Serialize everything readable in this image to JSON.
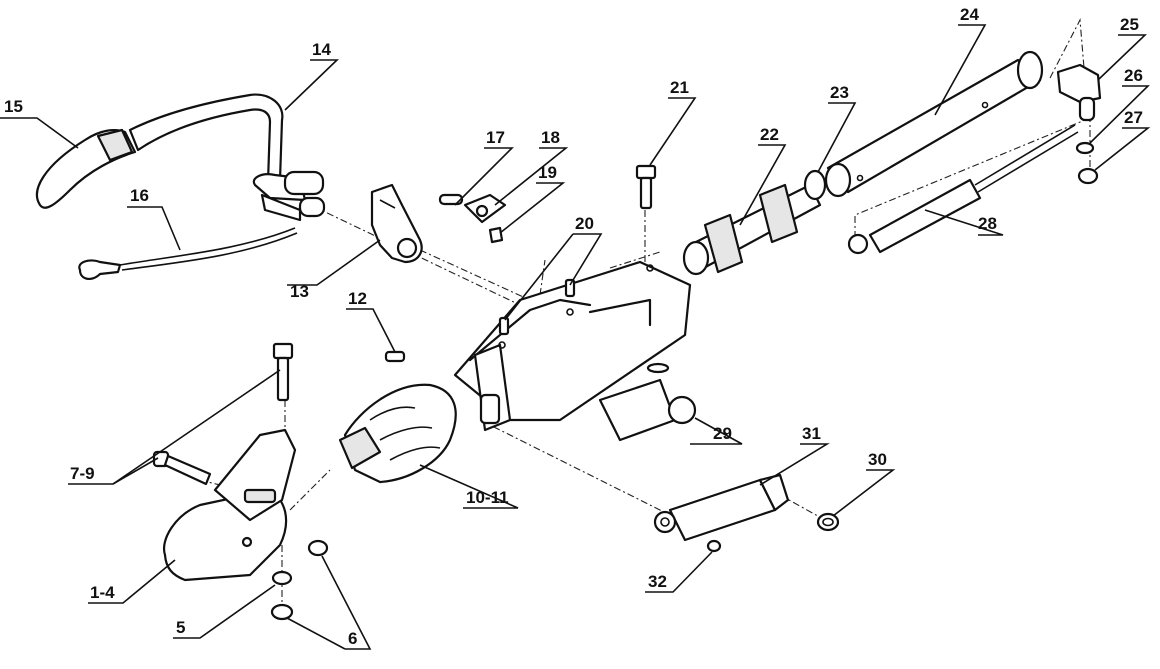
{
  "callouts": {
    "c1_4": "1-4",
    "c5": "5",
    "c6": "6",
    "c7_9": "7-9",
    "c10_11": "10-11",
    "c12": "12",
    "c13": "13",
    "c14": "14",
    "c15": "15",
    "c16": "16",
    "c17": "17",
    "c18": "18",
    "c19": "19",
    "c20": "20",
    "c21": "21",
    "c22": "22",
    "c23": "23",
    "c24": "24",
    "c25": "25",
    "c26": "26",
    "c27": "27",
    "c28": "28",
    "c29": "29",
    "c30": "30",
    "c31": "31",
    "c32": "32"
  },
  "colors": {
    "line": "#111111",
    "background": "#ffffff",
    "shade": "#e6e6e6"
  }
}
